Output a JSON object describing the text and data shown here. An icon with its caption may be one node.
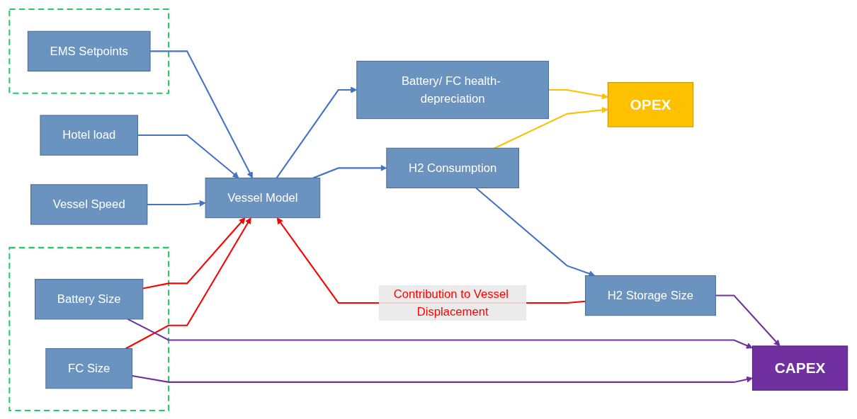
{
  "diagram": {
    "nodes": [
      {
        "text": [],
        "shape": "box"
      },
      {
        "text": [
          "EMS Setpoints"
        ],
        "in": 0
      },
      {
        "text": [
          "Hotel load"
        ]
      },
      {
        "text": [
          "Vessel Speed"
        ]
      },
      {
        "text": [
          "Vessel Model"
        ]
      },
      {
        "text": [
          "Battery/ FC health- depreciation"
        ]
      },
      {
        "text": [
          "OPEX"
        ]
      },
      {
        "text": [
          "H2 Consumption"
        ]
      },
      {
        "text": [
          "H2 Storage Size"
        ]
      },
      {
        "text": [
          "CAPEX"
        ]
      },
      {
        "text": [],
        "shape": "box"
      },
      {
        "text": [
          "Battery Size"
        ],
        "in": 10
      },
      {
        "text": [
          "FC Size"
        ],
        "in": 10
      }
    ],
    "edges": [
      {
        "from": 1,
        "to": 4,
        "arrow": "to"
      },
      {
        "from": 2,
        "to": 4,
        "arrow": "to"
      },
      {
        "from": 3,
        "to": 4,
        "arrow": "to"
      },
      {
        "from": 4,
        "to": 5,
        "arrow": "to"
      },
      {
        "from": 4,
        "to": 7,
        "arrow": "to"
      },
      {
        "from": 5,
        "to": 6,
        "arrow": "to",
        "color": "#ffc000"
      },
      {
        "from": 7,
        "to": 6,
        "arrow": "to",
        "color": "#ffc000"
      },
      {
        "from": 7,
        "to": 8,
        "arrow": "to"
      },
      {
        "from": 8,
        "to": 9,
        "arrow": "to",
        "color": "#7030a0"
      },
      {
        "from": 11,
        "to": 4,
        "arrow": "to",
        "color": "#ff0000"
      },
      {
        "from": 12,
        "to": 4,
        "arrow": "to",
        "color": "#ff0000"
      },
      {
        "from": 8,
        "to": 4,
        "arrow": "to",
        "label": "Contribution to Vessel Displacement",
        "color": "#ff0000"
      },
      {
        "from": 11,
        "to": 9,
        "arrow": "to",
        "color": "#7030a0"
      },
      {
        "from": 12,
        "to": 9,
        "arrow": "to",
        "color": "#7030a0"
      }
    ]
  }
}
